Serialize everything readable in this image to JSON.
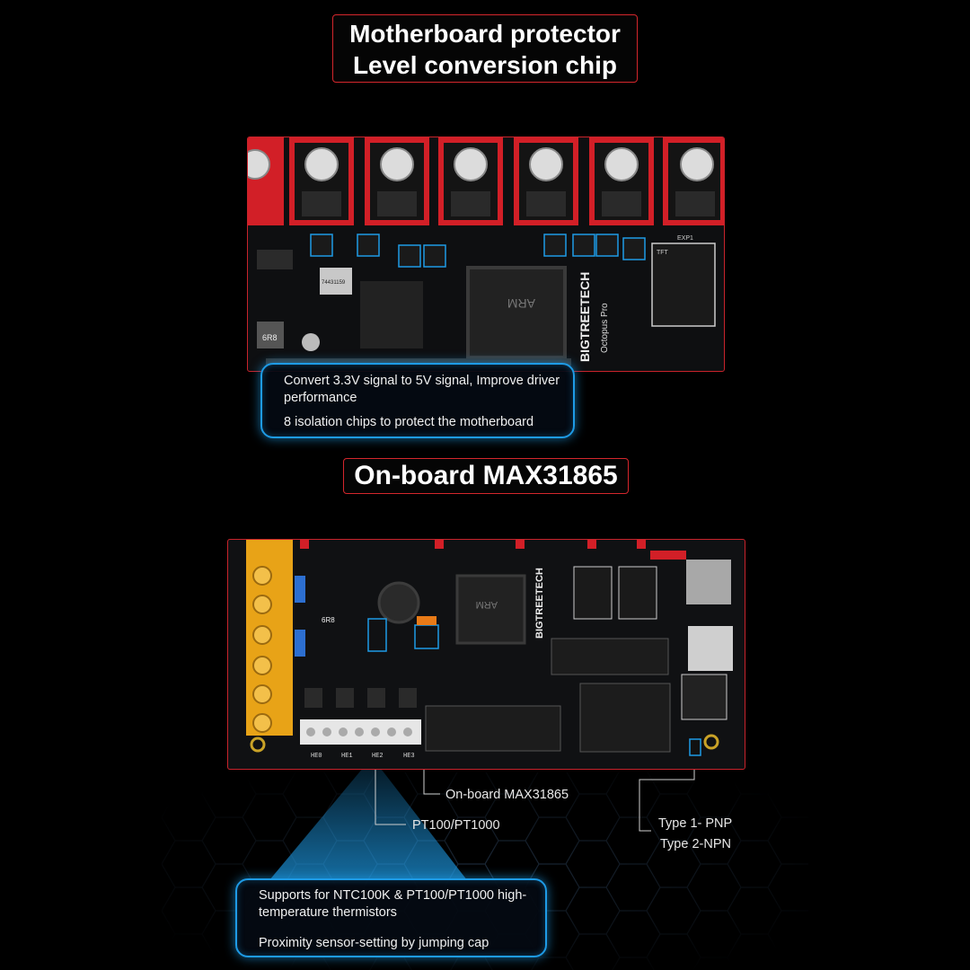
{
  "title_protector": {
    "line1": "Motherboard protector",
    "line2": "Level conversion chip"
  },
  "board1": {
    "silk_brand": "BIGTREETECH",
    "silk_model": "Octopus Pro",
    "silk_arm": "ARM",
    "silk_ic": "74431159",
    "silk_exp1": "EXP1",
    "silk_tft": "TFT",
    "silk_inductor": "6R8"
  },
  "callout_protector": {
    "line1": "Convert 3.3V signal to 5V signal, Improve driver performance",
    "line2": "8 isolation chips to protect the motherboard"
  },
  "title_max": {
    "text": "On-board MAX31865"
  },
  "board2": {
    "silk_brand": "BIGTREETECH",
    "silk_arm": "ARM",
    "silk_inductor": "6R8",
    "heater_labels": [
      "HE0",
      "HE1",
      "HE2",
      "HE3"
    ]
  },
  "labels": {
    "max31865": "On-board MAX31865",
    "pt100": "PT100/PT1000",
    "type1": "Type 1- PNP",
    "type2": "Type 2-NPN"
  },
  "callout_max": {
    "line1": "Supports for NTC100K & PT100/PT1000 high-temperature thermistors",
    "line2": "Proximity sensor-setting by jumping cap"
  },
  "colors": {
    "accent_red": "#d4262c",
    "accent_blue": "#1e9be6",
    "pcb_dark": "#0e0f11",
    "terminal_orange": "#e8a317"
  }
}
